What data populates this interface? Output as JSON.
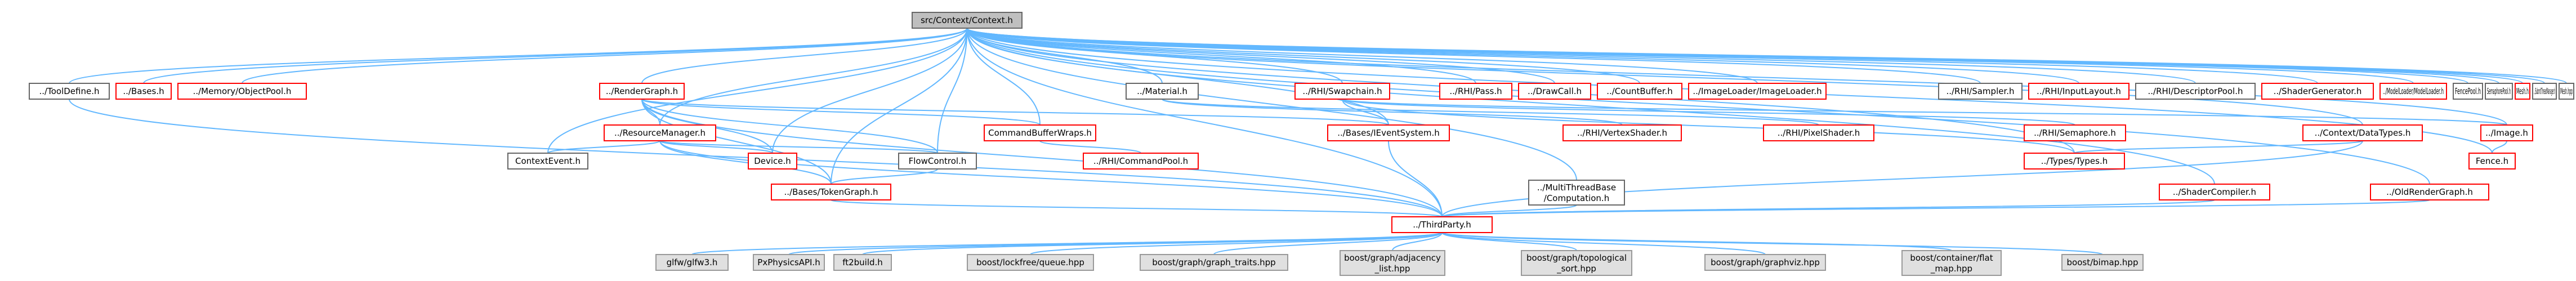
{
  "graph": {
    "root": {
      "label": "src/Context/Context.h"
    },
    "row1": {
      "tool_define": "../ToolDefine.h",
      "bases": "../Bases.h",
      "memory_object_pool": "../Memory/ObjectPool.h",
      "render_graph": "../RenderGraph.h",
      "material": "../Material.h",
      "rhi_swapchain": "../RHI/Swapchain.h",
      "rhi_pass": "../RHI/Pass.h",
      "draw_call": "../DrawCall.h",
      "count_buffer": "../CountBuffer.h",
      "image_loader": "../ImageLoader/ImageLoader.h",
      "rhi_sampler": "../RHI/Sampler.h",
      "rhi_input_layout": "../RHI/InputLayout.h",
      "rhi_descriptor_pool": "../RHI/DescriptorPool.h",
      "shader_generator": "../ShaderGenerator.h",
      "model_loader": "../ModelLoader/ModelLoader.h",
      "fence_pool": "FencePool.h",
      "semaphore_pool": "SemaphorePool.h",
      "mesh": "Mesh.h",
      "submit_thread_manager": "../SubmitThreadManager.h",
      "mesh_hpp": "Mesh.hpp"
    },
    "row2": {
      "resource_manager": "../ResourceManager.h",
      "command_buffer_wraps": "CommandBufferWraps.h",
      "event_system": "../Bases/IEventSystem.h",
      "rhi_vertex_shader": "../RHI/VertexShader.h",
      "rhi_pixel_shader": "../RHI/PixelShader.h",
      "rhi_semaphore": "../RHI/Semaphore.h",
      "context_data_types": "../Context/DataTypes.h",
      "image": "../Image.h"
    },
    "row3": {
      "context_event": "ContextEvent.h",
      "device": "Device.h",
      "flow_control": "FlowControl.h",
      "rhi_command_pool": "../RHI/CommandPool.h",
      "types": "../Types/Types.h",
      "fence": "Fence.h"
    },
    "row4": {
      "bases_token_graph": "../Bases/TokenGraph.h",
      "multi_thread_base_line1": "../MultiThreadBase",
      "multi_thread_base_line2": "/Computation.h",
      "shader_compiler": "../ShaderCompiler.h",
      "old_render_graph": "../OldRenderGraph.h"
    },
    "third_party": {
      "label": "../ThirdParty.h"
    },
    "externals": {
      "glfw": "glfw/glfw3.h",
      "physx": "PxPhysicsAPI.h",
      "ft_build": "ft2build.h",
      "lockfree_queue": "boost/lockfree/queue.hpp",
      "graph_traits": "boost/graph/graph_traits.hpp",
      "adjacency_list_line1": "boost/graph/adjacency",
      "adjacency_list_line2": "_list.hpp",
      "topological_sort_line1": "boost/graph/topological",
      "topological_sort_line2": "_sort.hpp",
      "graphviz": "boost/graph/graphviz.hpp",
      "flat_map_line1": "boost/container/flat",
      "flat_map_line2": "_map.hpp",
      "bimap": "boost/bimap.hpp"
    },
    "colors": {
      "background": "#ffffff",
      "root_fill": "#bfbfbf",
      "box_border": "#666666",
      "missing_border": "#ff0000",
      "external_fill": "#e0e0e0",
      "external_border": "#999999",
      "edge_include": "#63b8ff",
      "edge_external": "#ff6060"
    }
  }
}
